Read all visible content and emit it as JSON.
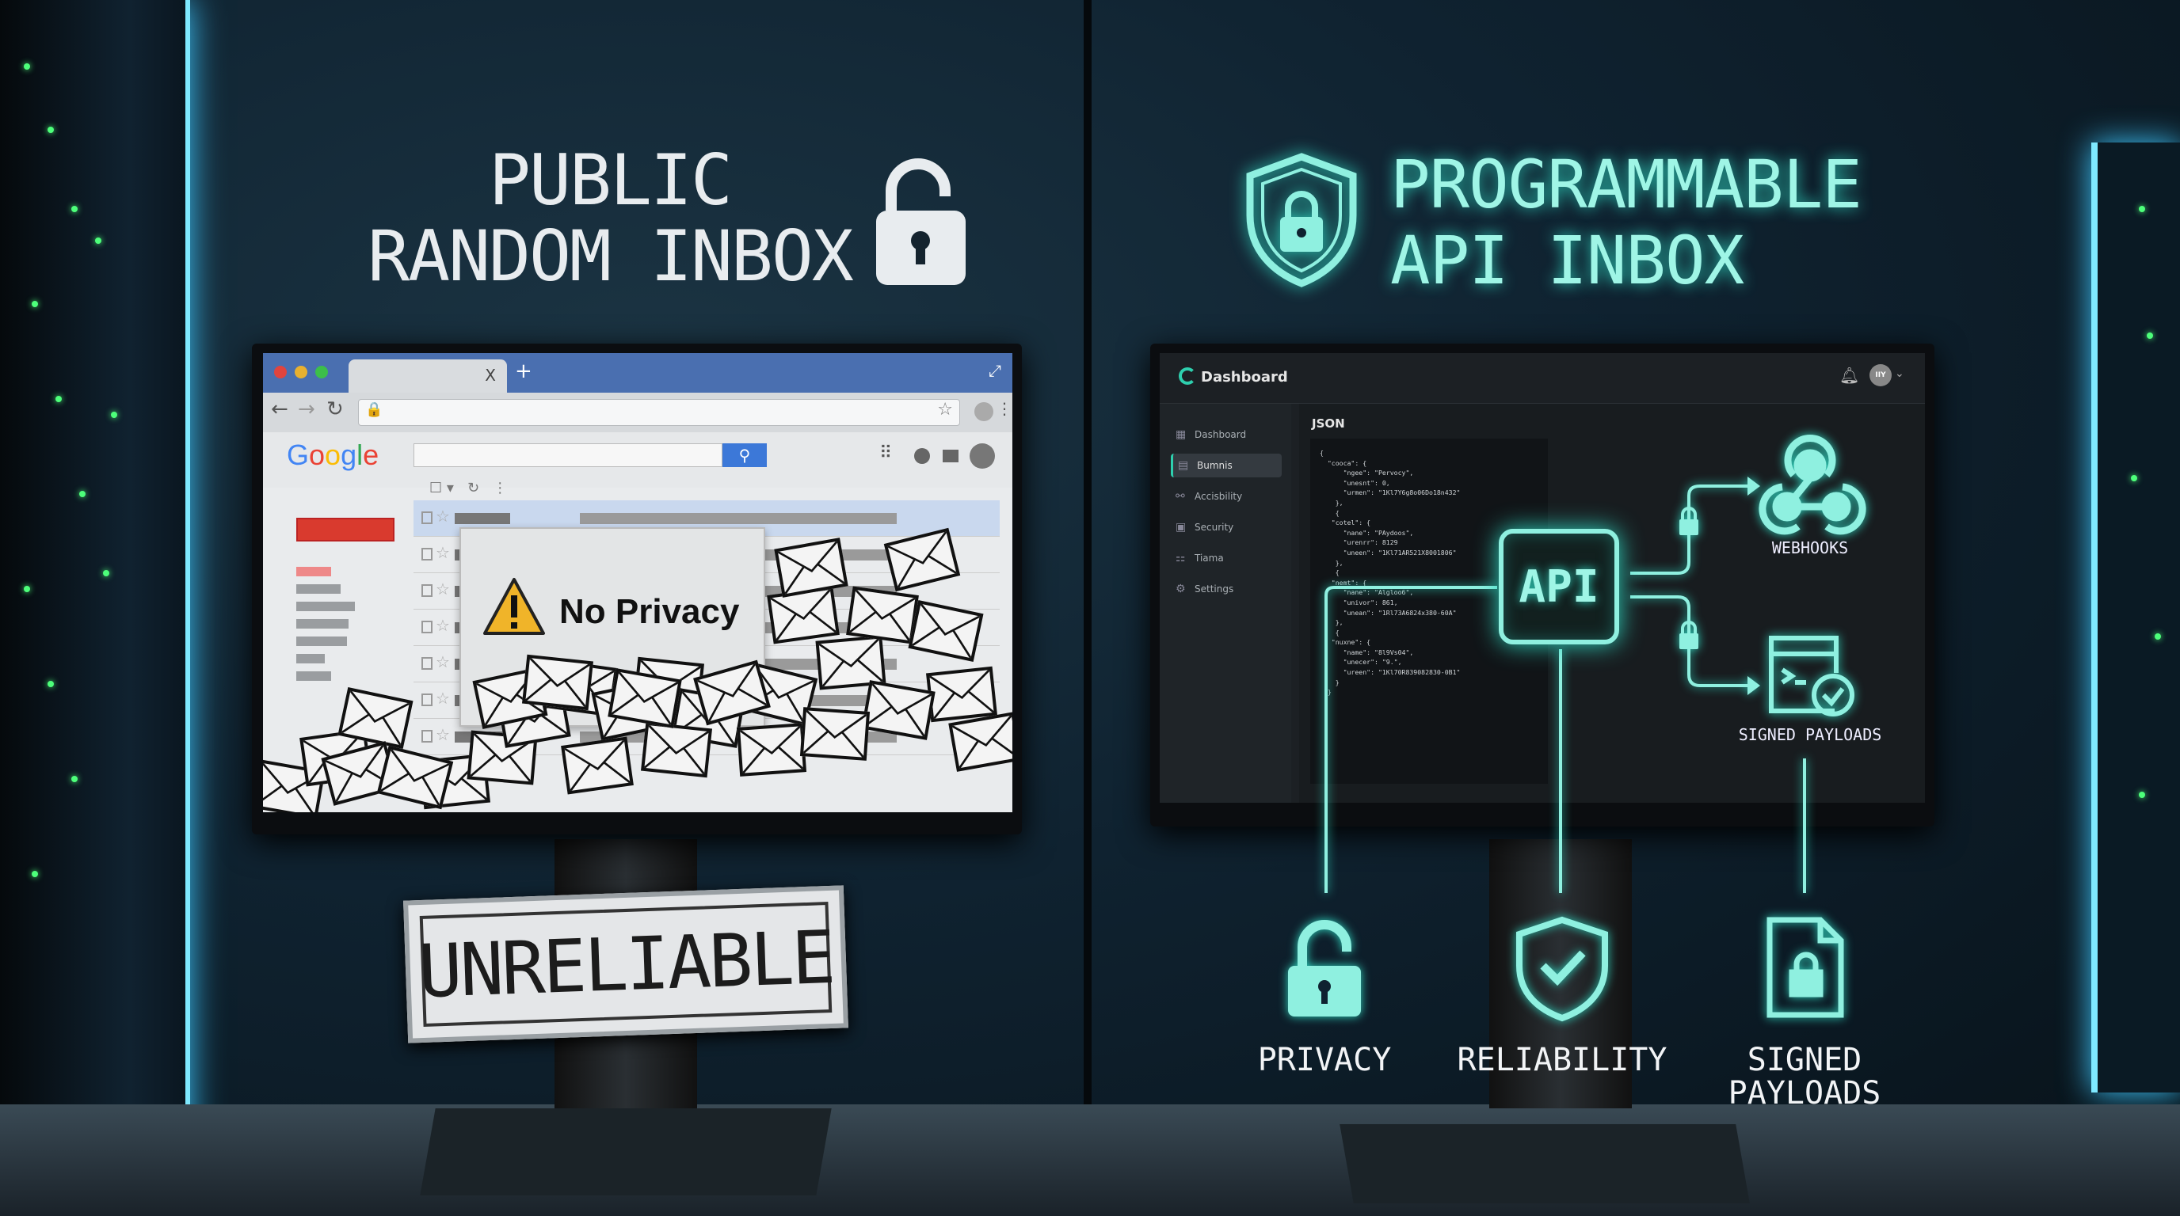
{
  "left": {
    "title_line1": "PUBLIC",
    "title_line2": "RANDOM INBOX",
    "browser": {
      "tab_close": "X",
      "new_tab": "+",
      "logo": "Google",
      "search_icon": "search-icon"
    },
    "popup_text": "No Privacy",
    "sign_text": "UNRELIABLE"
  },
  "right": {
    "title_line1": "PROGRAMMABLE",
    "title_line2": "API INBOX",
    "dashboard": {
      "title": "Dashboard",
      "avatar_initials": "IIY",
      "nav": [
        {
          "label": "Dashboard",
          "icon": "grid-icon"
        },
        {
          "label": "Bumnis",
          "icon": "table-icon",
          "active": true
        },
        {
          "label": "Accisbility",
          "icon": "sitemap-icon"
        },
        {
          "label": "Security",
          "icon": "document-icon"
        },
        {
          "label": "Tiama",
          "icon": "team-icon"
        },
        {
          "label": "Settings",
          "icon": "gear-icon"
        }
      ],
      "json_label": "JSON",
      "json_code": "{\n  \"cooca\": {\n      \"ngee\": \"Pervocy\",\n      \"unesnt\": 0,\n      \"urmen\": \"1Kl7Y6g8o06Do18n432\"\n    },\n    {\n   \"cotel\": {\n      \"nane\": \"PAydoos\",\n      \"urenrr\": 8129\n      \"uneen\": \"1Kl71AR521X8001806\"\n    },\n    {\n   \"nemt\": {\n      \"nane\": \"Algloo6\",\n      \"univor\": 861,\n      \"unean\": \"1Rl73A6824x380-60A\"\n    },\n    {\n   \"nuxne\": {\n      \"name\": \"8l9Vs04\",\n      \"unecer\": \"9.\",\n      \"ureen\": \"1Kl70R839082830-0B1\"\n    }\n  }"
    },
    "api_label": "API",
    "webhooks_label": "WEBHOOKS",
    "signed_payloads_label": "SIGNED PAYLOADS",
    "features": [
      {
        "label": "PRIVACY",
        "icon": "unlock-icon"
      },
      {
        "label": "RELIABILITY",
        "icon": "shield-check-icon"
      },
      {
        "label_line1": "SIGNED",
        "label_line2": "PAYLOADS",
        "icon": "file-lock-icon"
      }
    ]
  },
  "colors": {
    "accent": "#8ff0e0",
    "warning": "#f0b429",
    "compose": "#d93a2e",
    "browser_tab": "#4a6fb0"
  }
}
